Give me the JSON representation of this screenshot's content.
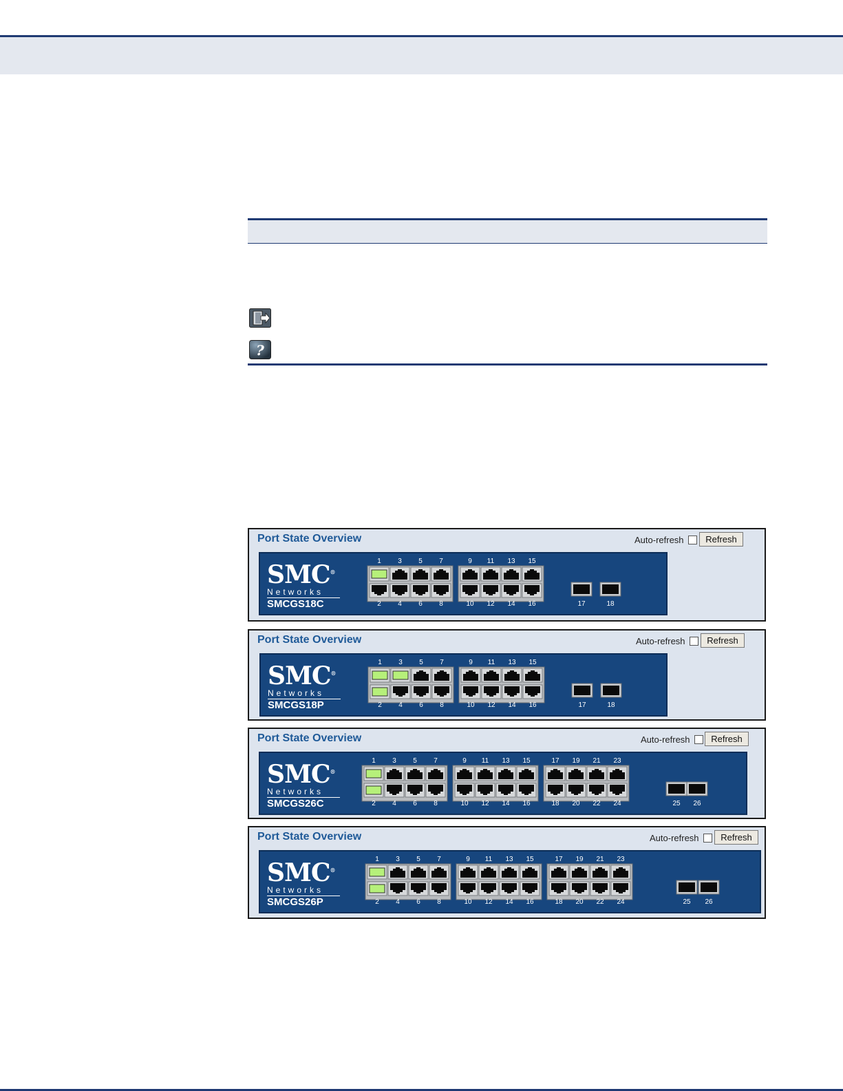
{
  "panels": [
    {
      "title": "Port State Overview",
      "auto_refresh_label": "Auto-refresh",
      "refresh_label": "Refresh",
      "logo_text": "SMC",
      "logo_sub": "Networks",
      "model": "SMCGS18C",
      "copper_top": [
        "1",
        "3",
        "5",
        "7",
        "9",
        "11",
        "13",
        "15"
      ],
      "copper_bottom": [
        "2",
        "4",
        "6",
        "8",
        "10",
        "12",
        "14",
        "16"
      ],
      "sfp": [
        "17",
        "18"
      ],
      "active_ports": [
        "1"
      ]
    },
    {
      "title": "Port State Overview",
      "auto_refresh_label": "Auto-refresh",
      "refresh_label": "Refresh",
      "logo_text": "SMC",
      "logo_sub": "Networks",
      "model": "SMCGS18P",
      "copper_top": [
        "1",
        "3",
        "5",
        "7",
        "9",
        "11",
        "13",
        "15"
      ],
      "copper_bottom": [
        "2",
        "4",
        "6",
        "8",
        "10",
        "12",
        "14",
        "16"
      ],
      "sfp": [
        "17",
        "18"
      ],
      "active_ports": [
        "1",
        "2",
        "3"
      ]
    },
    {
      "title": "Port State Overview",
      "auto_refresh_label": "Auto-refresh",
      "refresh_label": "Refresh",
      "logo_text": "SMC",
      "logo_sub": "Networks",
      "model": "SMCGS26C",
      "copper_top": [
        "1",
        "3",
        "5",
        "7",
        "9",
        "11",
        "13",
        "15",
        "17",
        "19",
        "21",
        "23"
      ],
      "copper_bottom": [
        "2",
        "4",
        "6",
        "8",
        "10",
        "12",
        "14",
        "16",
        "18",
        "20",
        "22",
        "24"
      ],
      "sfp": [
        "25",
        "26"
      ],
      "active_ports": [
        "1",
        "2"
      ]
    },
    {
      "title": "Port State Overview",
      "auto_refresh_label": "Auto-refresh",
      "refresh_label": "Refresh",
      "logo_text": "SMC",
      "logo_sub": "Networks",
      "model": "SMCGS26P",
      "copper_top": [
        "1",
        "3",
        "5",
        "7",
        "9",
        "11",
        "13",
        "15",
        "17",
        "19",
        "21",
        "23"
      ],
      "copper_bottom": [
        "2",
        "4",
        "6",
        "8",
        "10",
        "12",
        "14",
        "16",
        "18",
        "20",
        "22",
        "24"
      ],
      "sfp": [
        "25",
        "26"
      ],
      "active_ports": [
        "1",
        "2"
      ]
    }
  ],
  "icons": [
    "logout-icon",
    "help-icon"
  ],
  "colors": {
    "rule": "#1f3a73",
    "band": "#e4e8ef",
    "panel_bg": "#dde4ee",
    "device_bg": "#17467e",
    "port_active": "#b6f07a",
    "title": "#1f5a98"
  }
}
